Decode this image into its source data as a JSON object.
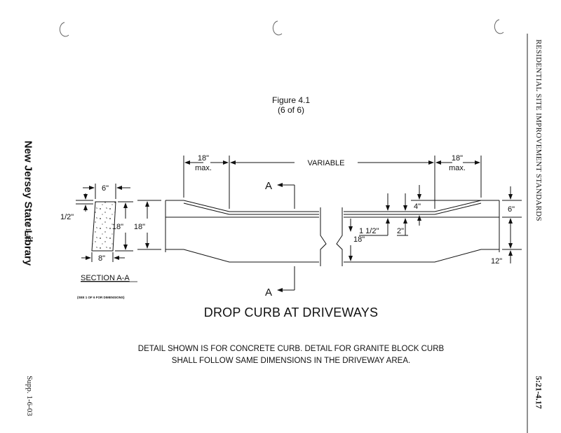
{
  "figure": {
    "title": "Figure 4.1",
    "subtitle": "(6 of 6)"
  },
  "margins": {
    "left_library": "New Jersey State Library",
    "left_page": "21-45",
    "left_supp": "Supp. 1-6-03",
    "right_standards": "RESIDENTIAL SITE IMPROVEMENT STANDARDS",
    "right_code": "5:21-4.17"
  },
  "diagram": {
    "section": {
      "top_width": "6\"",
      "bottom_width": "8\"",
      "batter": "1/2\"",
      "height": "18\"",
      "caption": "SECTION A-A",
      "note": "(SEE 1 OF 6 FOR DIMENSIONS)"
    },
    "elevation": {
      "left_transition": "18\"",
      "left_transition_sub": "max.",
      "middle": "VARIABLE",
      "right_transition": "18\"",
      "right_transition_sub": "max.",
      "height_left": "18\"",
      "height_mid": "18\"",
      "reveal_top": "6\"",
      "reveal_bottom": "12\"",
      "drop": "4\"",
      "depth_a": "1 1/2\"",
      "depth_b": "2\"",
      "cut_marker": "A"
    }
  },
  "title": "DROP CURB AT DRIVEWAYS",
  "note_line1": "DETAIL SHOWN IS FOR CONCRETE CURB.  DETAIL FOR GRANITE BLOCK CURB",
  "note_line2": "SHALL FOLLOW SAME DIMENSIONS IN THE DRIVEWAY AREA."
}
